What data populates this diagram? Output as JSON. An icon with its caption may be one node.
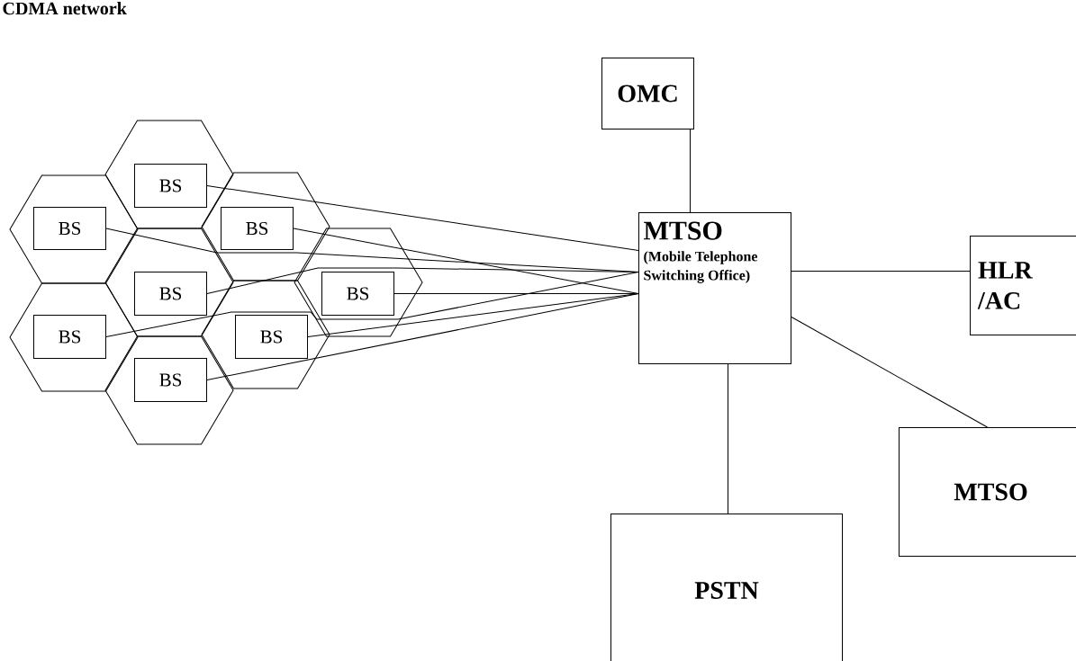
{
  "diagram": {
    "title": "CDMA network",
    "nodes": [
      {
        "text": [
          "OMC"
        ]
      },
      {
        "text": [
          "BS"
        ]
      },
      {
        "text": [
          "BS"
        ]
      },
      {
        "text": [
          "BS"
        ]
      },
      {
        "text": [
          "BS"
        ]
      },
      {
        "text": [
          "BS"
        ]
      },
      {
        "text": [
          "BS"
        ]
      },
      {
        "text": [
          "BS"
        ]
      },
      {
        "text": [
          "BS"
        ]
      },
      {
        "text": [
          "MTSO",
          "(Mobile Telephone Switching Office)"
        ]
      },
      {
        "text": [
          "HLR /AC"
        ]
      },
      {
        "text": [
          "MTSO"
        ]
      },
      {
        "text": [
          "PSTN"
        ]
      }
    ],
    "edges": [
      {
        "from": 0,
        "to": 9,
        "arrow": "none"
      },
      {
        "from": 1,
        "to": 9,
        "arrow": "none"
      },
      {
        "from": 2,
        "to": 9,
        "arrow": "none"
      },
      {
        "from": 3,
        "to": 9,
        "arrow": "none"
      },
      {
        "from": 4,
        "to": 9,
        "arrow": "none"
      },
      {
        "from": 5,
        "to": 9,
        "arrow": "none"
      },
      {
        "from": 6,
        "to": 9,
        "arrow": "none"
      },
      {
        "from": 7,
        "to": 9,
        "arrow": "none"
      },
      {
        "from": 8,
        "to": 9,
        "arrow": "none"
      },
      {
        "from": 9,
        "to": 10,
        "arrow": "none"
      },
      {
        "from": 9,
        "to": 11,
        "arrow": "none"
      },
      {
        "from": 9,
        "to": 12,
        "arrow": "none"
      }
    ]
  }
}
